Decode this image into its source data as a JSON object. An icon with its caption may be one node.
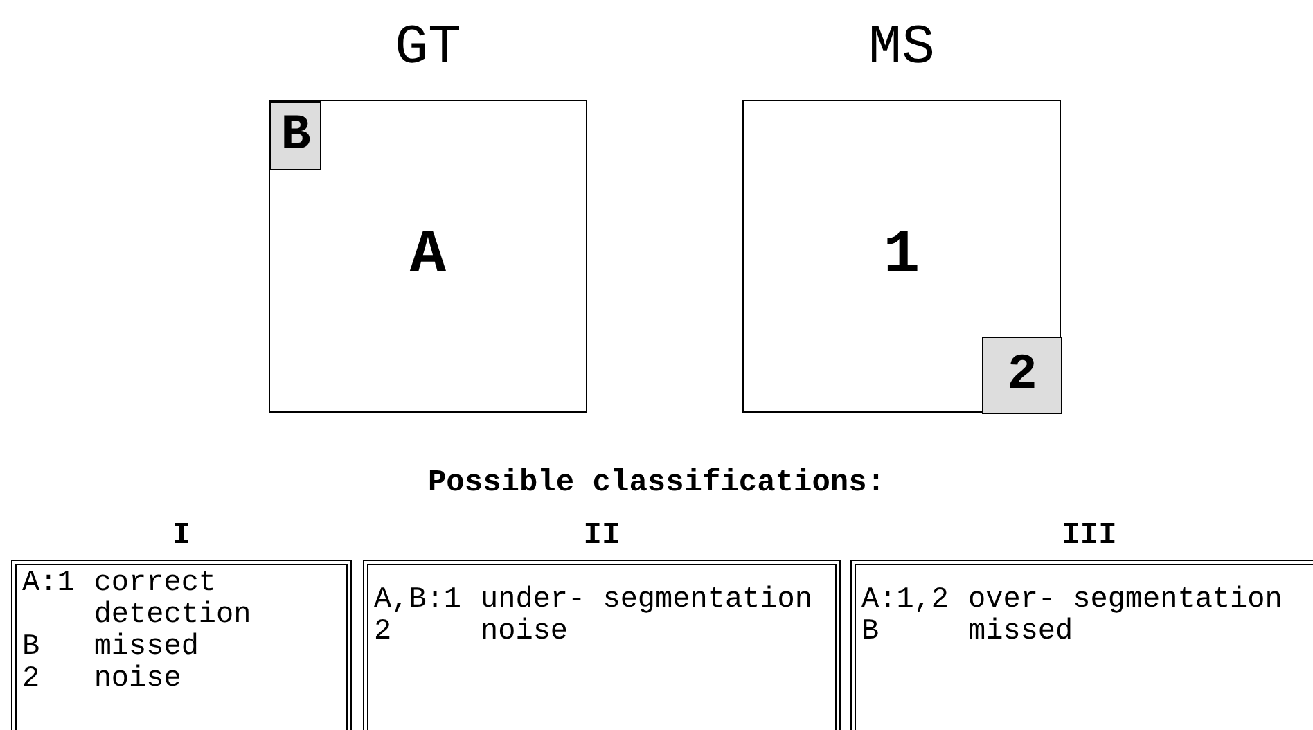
{
  "diagram": {
    "nodes": [
      {
        "text": [
          "GT",
          "A"
        ]
      },
      {
        "text": [
          "B"
        ],
        "in": 0
      },
      {
        "text": [
          "MS",
          "1"
        ]
      },
      {
        "text": [
          "2"
        ],
        "in": 2
      },
      {
        "text": [
          "I",
          "A:1",
          "correct detection",
          "B",
          "missed",
          "2",
          "noise"
        ]
      },
      {
        "text": [
          "II",
          "A,B:1",
          "under- segmentation",
          "2",
          "noise"
        ]
      },
      {
        "text": [
          "III",
          "A:1,2",
          "over- segmentation",
          "B",
          "missed"
        ]
      }
    ],
    "labels": [
      "Possible classifications:"
    ]
  }
}
